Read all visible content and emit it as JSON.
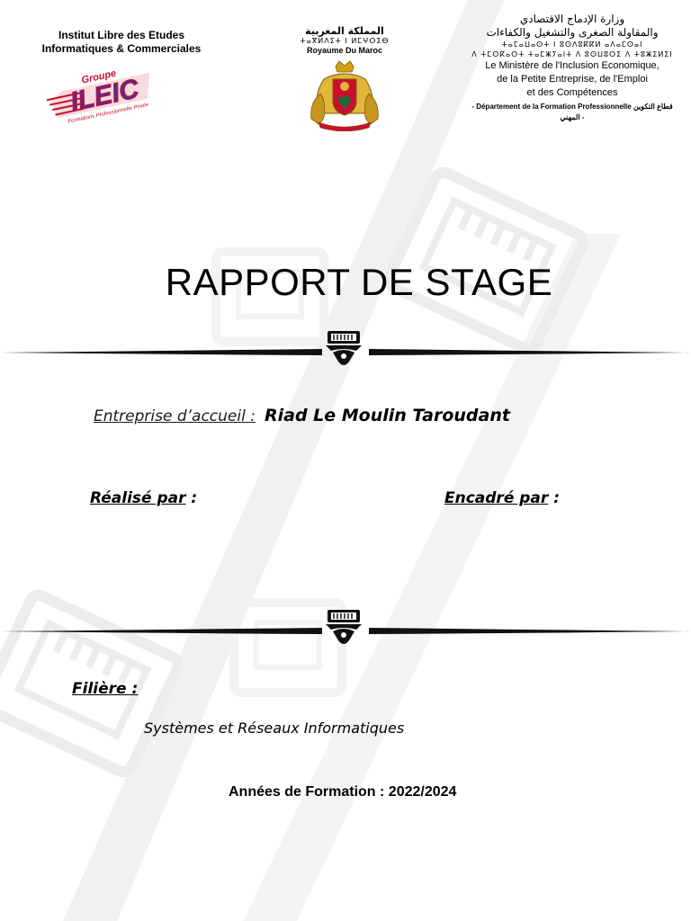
{
  "header": {
    "institute_line1": "Institut Libre des Etudes",
    "institute_line2": "Informatiques & Commerciales",
    "logo": {
      "top": "Groupe",
      "main": "ILEIC",
      "sub": "Formations Professionnelle Privée"
    },
    "kingdom_ar": "المملكة المغربية",
    "kingdom_tifinagh": "ⵜⴰⴳⵍⴷⵉⵜ ⵏ ⵍⵎⵖⵔⵉⴱ",
    "kingdom_fr": "Royaume Du Maroc",
    "ministry_ar_1": "وزارة الإدماج الاقتصادي",
    "ministry_ar_2": "والمقاولة الصغرى والتشغيل والكفاءات",
    "ministry_tifinagh_1": "ⵜⴰⵎⴰⵡⴰⵙⵜ ⵏ ⵓⵙⴷⵓⴽⴽⵍ ⴰⴷⴰⵎⵙⴰⵏ",
    "ministry_tifinagh_2": "ⴷ ⵜⵎⵙⴽⴰⵔⵜ ⵜⴰⵎⵥⵢⴰⵏⵜ ⴷ ⵓⵙⵡⵓⵔⵉ ⴷ ⵜⵓⵥⵉⵍⵉⵏ",
    "ministry_fr_1": "Le Ministère de l'Inclusion Economique,",
    "ministry_fr_2": "de la Petite Entreprise, de l'Emploi",
    "ministry_fr_3": "et des  Compétences",
    "department": "- Département de la Formation Professionnelle قطاع التكوين المهني -"
  },
  "title": "RAPPORT DE STAGE",
  "host": {
    "label": "Entreprise d’accueil :",
    "value": "Riad Le Moulin Taroudant"
  },
  "realise_label": "Réalisé par",
  "encadre_label": "Encadré par",
  "colon": " :",
  "filiere": {
    "label": "Filière :",
    "value": "Systèmes et Réseaux  Informatiques"
  },
  "years": "Années de Formation : 2022/2024",
  "colors": {
    "watermark": "#ebebeb",
    "logo_red": "#c8102e",
    "logo_purple": "#5b2a86",
    "divider": "#111111"
  },
  "icons": [
    "ethernet-port-watermark",
    "coat-of-arms-icon",
    "ornament-icon"
  ]
}
